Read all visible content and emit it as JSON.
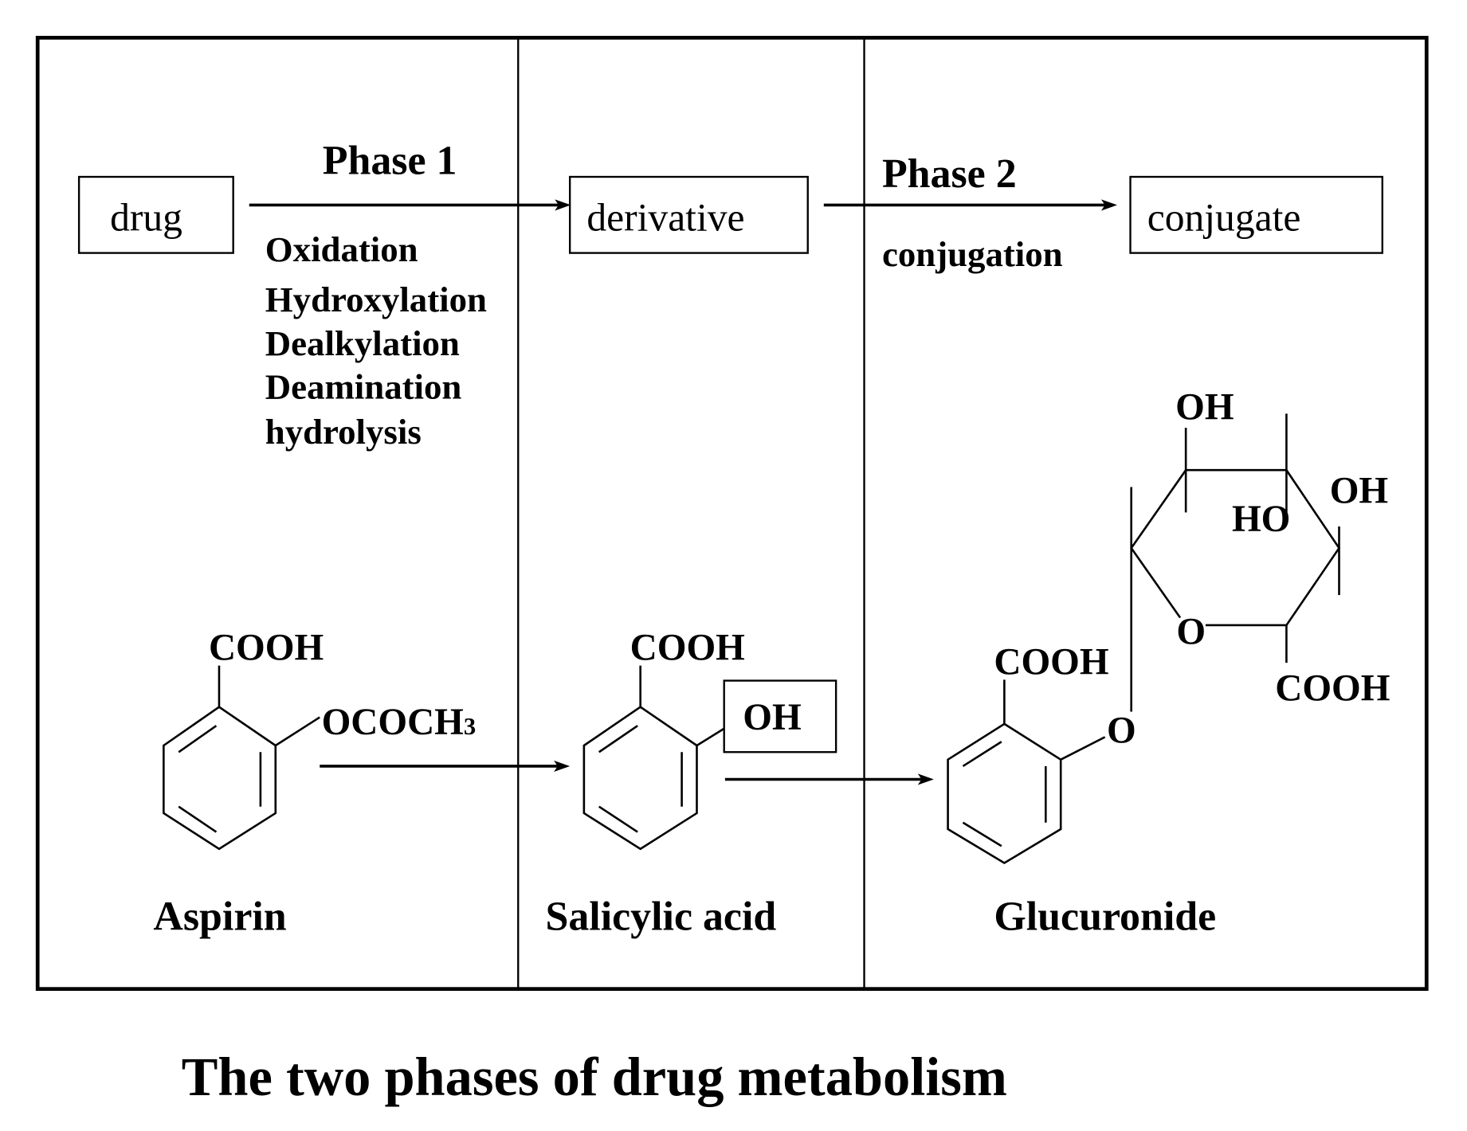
{
  "caption": "The two phases of drug metabolism",
  "scheme": {
    "boxes": {
      "drug": "drug",
      "derivative": "derivative",
      "conjugate": "conjugate"
    },
    "phase1": {
      "title": "Phase 1",
      "reactions": [
        "Oxidation",
        "Hydroxylation",
        "Dealkylation",
        "Deamination",
        "hydrolysis"
      ]
    },
    "phase2": {
      "title": "Phase 2",
      "reaction": "conjugation"
    }
  },
  "molecules": {
    "aspirin": {
      "name": "Aspirin",
      "cooh": "COOH",
      "substituent": "OCOCH",
      "substituent_subscript": "3"
    },
    "salicylic_acid": {
      "name": "Salicylic acid",
      "cooh": "COOH",
      "oh": "OH"
    },
    "glucuronide": {
      "name": "Glucuronide",
      "cooh": "COOH",
      "ether_o": "O",
      "ring_o": "O",
      "oh_top": "OH",
      "ho_inner": "HO",
      "oh_right": "OH",
      "ring_cooh": "COOH"
    }
  }
}
